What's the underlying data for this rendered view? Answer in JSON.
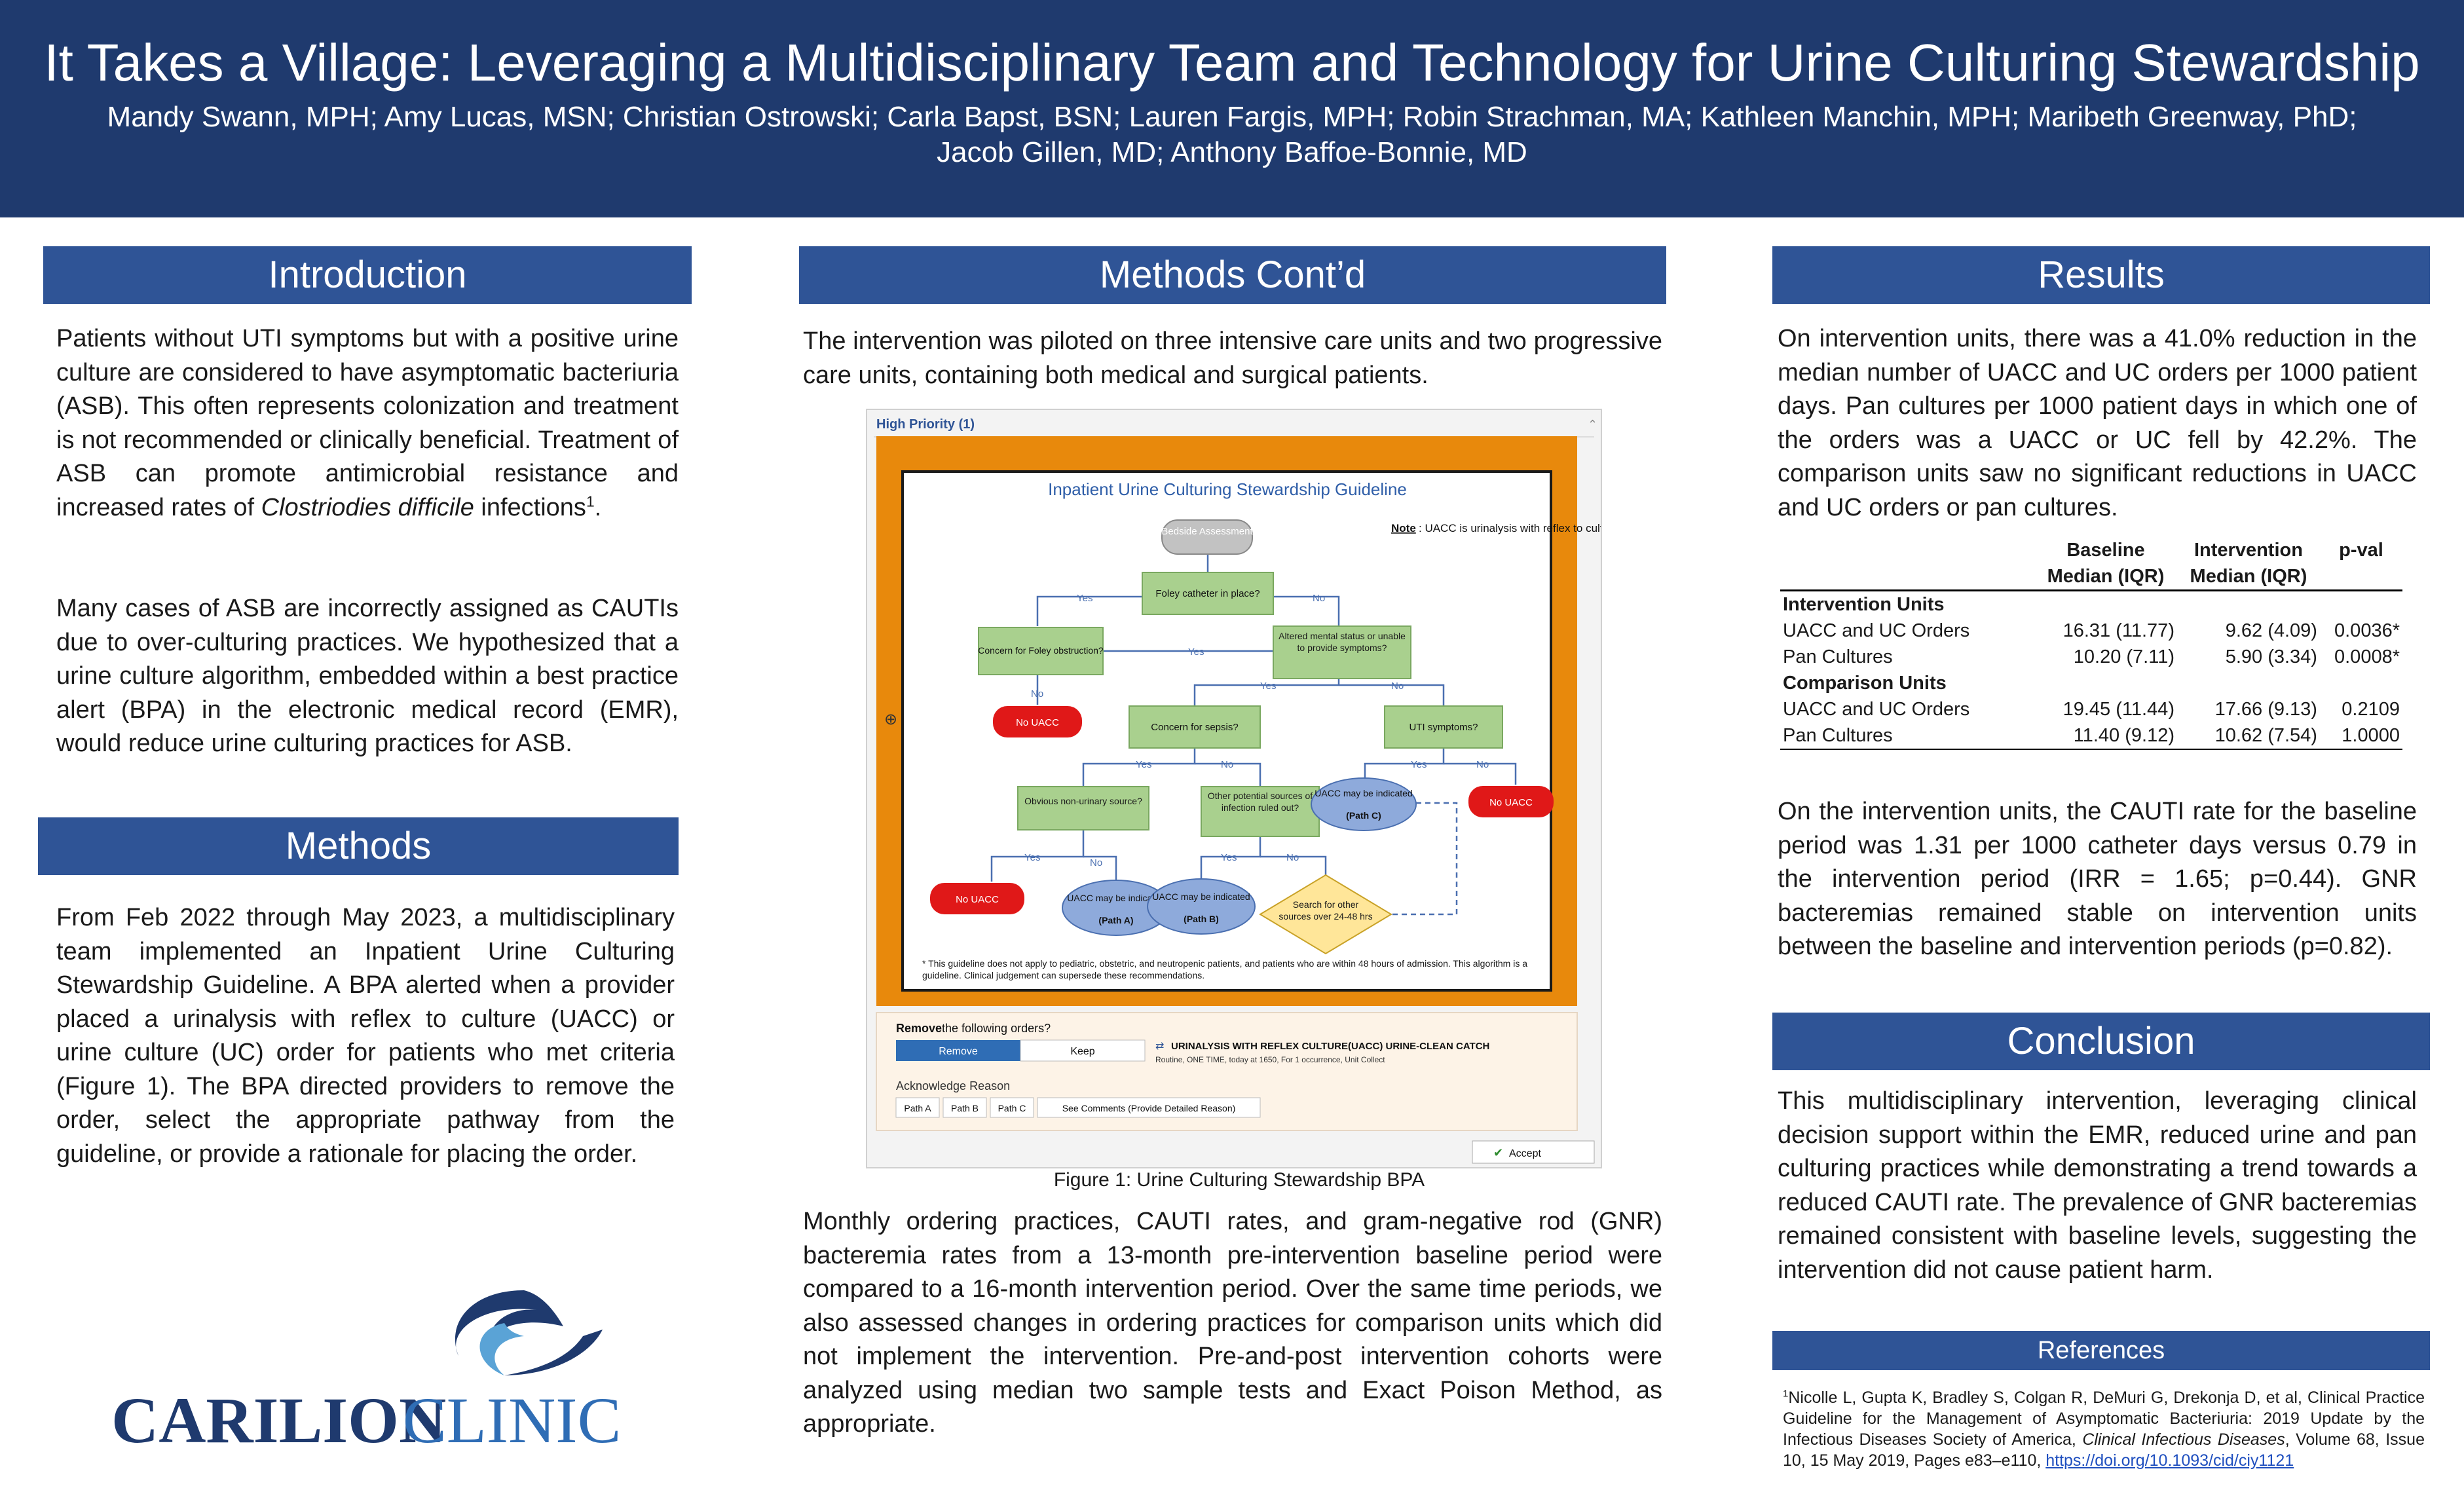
{
  "header": {
    "title": "It Takes a Village: Leveraging a Multidisciplinary Team and Technology for Urine Culturing Stewardship",
    "authors_line1": "Mandy Swann, MPH; Amy Lucas, MSN; Christian Ostrowski; Carla Bapst, BSN; Lauren Fargis, MPH; Robin Strachman, MA; Kathleen Manchin, MPH; Maribeth Greenway, PhD;",
    "authors_line2": "Jacob Gillen, MD; Anthony Baffoe-Bonnie, MD"
  },
  "introduction": {
    "heading": "Introduction",
    "p1_text": "Patients without UTI symptoms but with a positive urine culture are considered to have asymptomatic bacteriuria (ASB). This often represents colonization and treatment is not recommended or clinically beneficial. Treatment of ASB can promote antimicrobial resistance and increased rates of ",
    "p1_italic": "Clostriodies difficile",
    "p1_after": " infections",
    "p1_sup": "1",
    "p1_end": ".",
    "p2": "Many cases of ASB are incorrectly assigned as CAUTIs due to over-culturing practices. We hypothesized that a urine culture algorithm, embedded within a best practice alert (BPA) in the electronic medical record (EMR), would reduce urine culturing practices for ASB."
  },
  "methods": {
    "heading": "Methods",
    "p1": "From Feb 2022 through May 2023, a multidisciplinary team implemented an Inpatient Urine Culturing Stewardship Guideline. A BPA alerted when a provider placed a urinalysis with reflex to culture (UACC) or urine culture (UC) order for patients who met criteria (Figure 1). The BPA directed providers to remove the order, select the appropriate pathway from the guideline, or provide a rationale for placing the order."
  },
  "methods_contd": {
    "heading": "Methods Cont’d",
    "p1": "The intervention was piloted on three intensive care units and two progressive care units, containing both medical and surgical patients.",
    "p2": "Monthly ordering practices, CAUTI rates, and gram-negative rod (GNR) bacteremia rates from a 13-month pre-intervention baseline period were compared to a 16-month intervention period. Over the same time periods, we also assessed changes in ordering practices for comparison units which did not implement the intervention. Pre-and-post intervention cohorts were analyzed using median two sample tests and Exact Poison Method, as appropriate."
  },
  "figure": {
    "caption": "Figure 1: Urine Culturing Stewardship BPA",
    "high_priority": "High Priority (1)",
    "guideline_title": "Inpatient Urine Culturing Stewardship Guideline",
    "note_label": "Note",
    "note_text": ": UACC is urinalysis with reflex to culture",
    "nodes": {
      "bedside": "Bedside Assessment",
      "foley": "Foley catheter in place?",
      "obstruction": "Concern for Foley obstruction?",
      "altered": "Altered mental status or unable to provide symptoms?",
      "sepsis": "Concern for sepsis?",
      "uti": "UTI symptoms?",
      "nonurinary": "Obvious non-urinary source?",
      "other_sources": "Other potential sources of infection ruled out?",
      "search": "Search for other sources over 24-48 hrs",
      "no_uacc": "No UACC",
      "uacc_maybe": "UACC may be indicated",
      "path_a": "(Path A)",
      "path_b": "(Path B)",
      "path_c": "(Path C)",
      "yes": "Yes",
      "no": "No"
    },
    "footnote": "* This guideline does not apply to pediatric, obstetric, and neutropenic patients, and patients who are within 48 hours of admission. This algorithm is a guideline. Clinical judgement can supersede these recommendations.",
    "remove_label": "Remove",
    "remove_rest": " the following orders?",
    "btn_remove": "Remove",
    "btn_keep": "Keep",
    "order_name": "URINALYSIS WITH REFLEX CULTURE(UACC) URINE-CLEAN CATCH",
    "order_detail": "Routine, ONE TIME, today at 1650, For 1 occurrence, Unit Collect",
    "ack_label": "Acknowledge Reason",
    "ack_options": [
      "Path A",
      "Path B",
      "Path C",
      "See Comments (Provide Detailed Reason)"
    ],
    "accept": "Accept"
  },
  "results": {
    "heading": "Results",
    "p1": "On intervention units, there was a 41.0% reduction in the median number of UACC and UC orders per 1000 patient days. Pan cultures per 1000 patient days in which one of the orders was a UACC or UC fell by 42.2%. The comparison units saw no significant reductions in UACC and UC orders or pan cultures.",
    "table": {
      "col_baseline_1": "Baseline",
      "col_baseline_2": "Median (IQR)",
      "col_intervention_1": "Intervention",
      "col_intervention_2": "Median (IQR)",
      "col_p": "p-val",
      "groups": [
        {
          "name": "Intervention Units",
          "rows": [
            {
              "label": "UACC and UC Orders",
              "baseline": "16.31 (11.77)",
              "intervention": "9.62 (4.09)",
              "p": "0.0036*"
            },
            {
              "label": "Pan Cultures",
              "baseline": "10.20 (7.11)",
              "intervention": "5.90 (3.34)",
              "p": "0.0008*"
            }
          ]
        },
        {
          "name": "Comparison Units",
          "rows": [
            {
              "label": "UACC and UC Orders",
              "baseline": "19.45 (11.44)",
              "intervention": "17.66 (9.13)",
              "p": "0.2109"
            },
            {
              "label": "Pan Cultures",
              "baseline": "11.40 (9.12)",
              "intervention": "10.62 (7.54)",
              "p": "1.0000"
            }
          ]
        }
      ]
    },
    "p2": "On the intervention units, the CAUTI rate for the baseline period was 1.31 per 1000 catheter days versus 0.79 in the intervention period (IRR = 1.65; p=0.44). GNR bacteremias remained stable on intervention units between the baseline and intervention periods (p=0.82)."
  },
  "conclusion": {
    "heading": "Conclusion",
    "p1": "This multidisciplinary intervention, leveraging clinical decision support within the EMR, reduced urine and pan culturing practices while demonstrating a trend towards a reduced CAUTI rate. The prevalence of GNR bacteremias remained consistent with baseline levels, suggesting the intervention did not cause patient harm."
  },
  "references": {
    "heading": "References",
    "sup": "1",
    "text1": "Nicolle L, Gupta K, Bradley S, Colgan R, DeMuri G, Drekonja D, et al, Clinical Practice Guideline for the Management of Asymptomatic Bacteriuria: 2019 Update by the Infectious Diseases Society of America, ",
    "journal": "Clinical Infectious Diseases",
    "text2": ", Volume 68, Issue 10, 15 May 2019, Pages e83–e110, ",
    "doi": "https://doi.org/10.1093/cid/ciy1121"
  },
  "logo": {
    "text_carilion": "CARILION",
    "text_clinic": "CLINIC"
  },
  "colors": {
    "header_bg": "#1f3a6e",
    "section_bg": "#2f5496",
    "figure_orange": "#e8890c"
  }
}
